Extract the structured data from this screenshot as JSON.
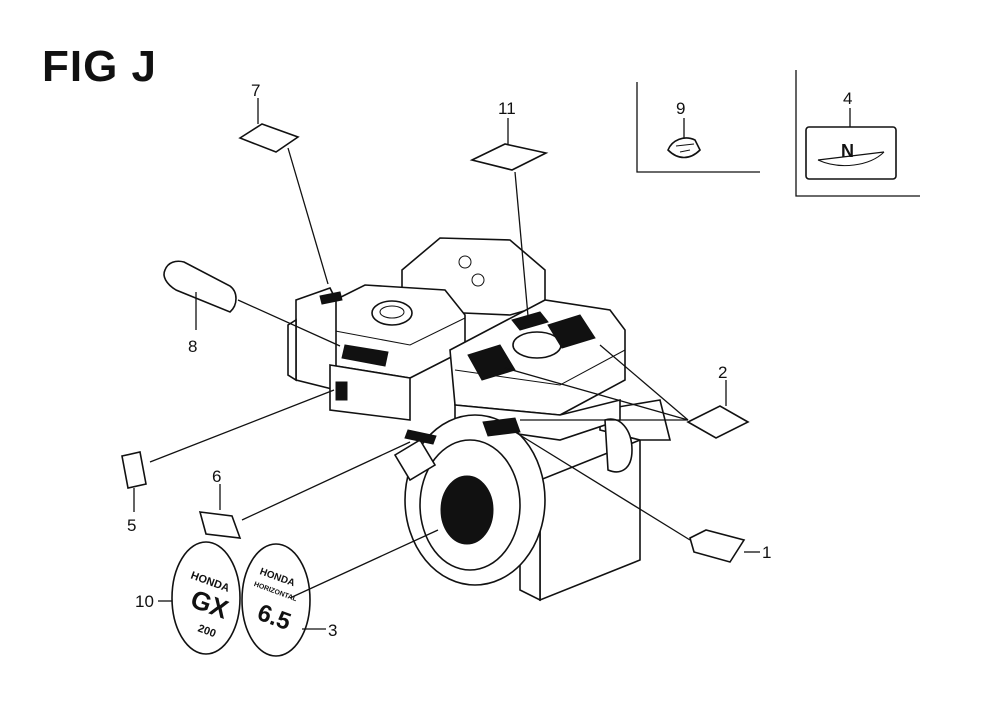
{
  "figure": {
    "title": "FIG J"
  },
  "callouts": [
    {
      "id": "1",
      "label": "1"
    },
    {
      "id": "2",
      "label": "2"
    },
    {
      "id": "3",
      "label": "3"
    },
    {
      "id": "4",
      "label": "4"
    },
    {
      "id": "5",
      "label": "5"
    },
    {
      "id": "6",
      "label": "6"
    },
    {
      "id": "7",
      "label": "7"
    },
    {
      "id": "8",
      "label": "8"
    },
    {
      "id": "9",
      "label": "9"
    },
    {
      "id": "10",
      "label": "10"
    },
    {
      "id": "11",
      "label": "11"
    }
  ],
  "emblems": {
    "left": {
      "brand": "HONDA",
      "sub": "GX",
      "model": "200"
    },
    "right": {
      "brand": "HONDA",
      "sub": "HORIZONTAL",
      "model": "6.5"
    }
  },
  "choke_label": {
    "letter": "N"
  }
}
